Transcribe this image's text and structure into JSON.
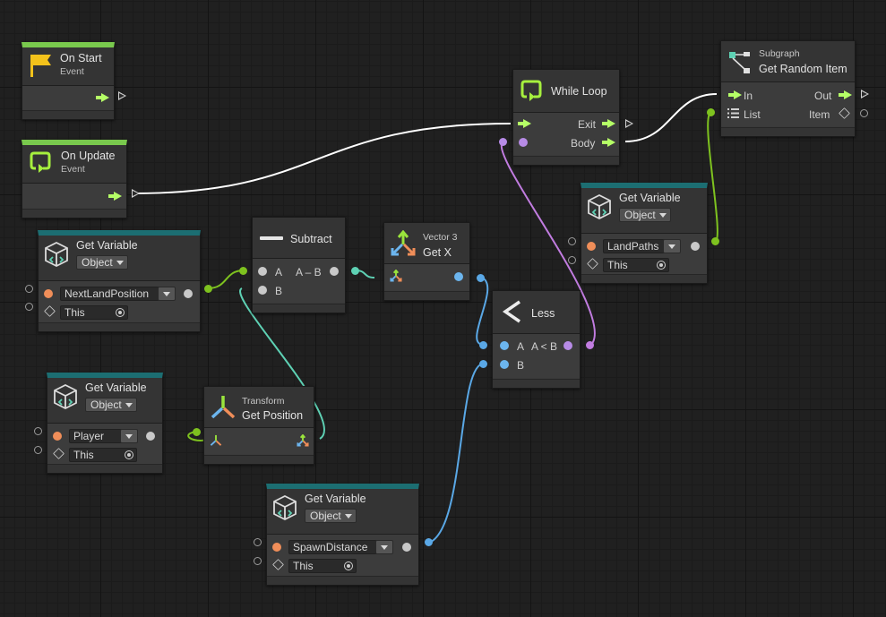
{
  "nodes": {
    "on_start": {
      "title": "On Start",
      "subtitle": "Event"
    },
    "on_update": {
      "title": "On Update",
      "subtitle": "Event"
    },
    "while_loop": {
      "title": "While Loop",
      "exit_label": "Exit",
      "body_label": "Body"
    },
    "subgraph": {
      "pretitle": "Subgraph",
      "title": "Get Random Item",
      "in_label": "In",
      "out_label": "Out",
      "list_label": "List",
      "item_label": "Item"
    },
    "get_var_landpaths": {
      "title": "Get Variable",
      "kind": "Object",
      "variable": "LandPaths",
      "target": "This"
    },
    "get_var_nextland": {
      "title": "Get Variable",
      "kind": "Object",
      "variable": "NextLandPosition",
      "target": "This"
    },
    "subtract": {
      "title": "Subtract",
      "a_label": "A",
      "b_label": "B",
      "out_label": "A – B"
    },
    "get_x": {
      "pretitle": "Vector 3",
      "title": "Get X"
    },
    "less": {
      "title": "Less",
      "a_label": "A",
      "b_label": "B",
      "out_label": "A < B"
    },
    "get_var_player": {
      "title": "Get Variable",
      "kind": "Object",
      "variable": "Player",
      "target": "This"
    },
    "get_position": {
      "pretitle": "Transform",
      "title": "Get Position"
    },
    "get_var_spawn": {
      "title": "Get Variable",
      "kind": "Object",
      "variable": "SpawnDistance",
      "target": "This"
    }
  },
  "colors": {
    "flow": "#ffffff",
    "object": "#7ec21f",
    "vector3": "#5ed1b4",
    "float": "#5aa8e6",
    "bool": "#c17ce0",
    "header_event": "#79c94d",
    "header_variable": "#1c6e72"
  },
  "icons": [
    "flag-icon",
    "loop-icon",
    "subgraph-icon",
    "variable-cube-icon",
    "minus-icon",
    "vector3-axes-icon",
    "less-than-icon",
    "transform-axes-icon",
    "cube-icon",
    "target-icon",
    "dropdown-caret-icon"
  ]
}
